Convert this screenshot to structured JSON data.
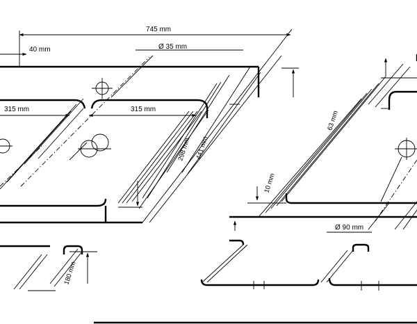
{
  "dimensions": {
    "total_width": "745 mm",
    "offset": "40 mm",
    "hole_diameter": "Ø 35 mm",
    "bowl_left_width": "315 mm",
    "bowl_right_width": "315 mm",
    "bowl_depth_a": "298 mm",
    "bowl_depth_b": "441 mm",
    "side_height": "180 mm",
    "corner_radius": "10 mm",
    "side_depth": "63 mm",
    "drain_diameter": "Ø 90 mm"
  },
  "colors": {
    "line": "#000000",
    "background": "#ffffff"
  }
}
